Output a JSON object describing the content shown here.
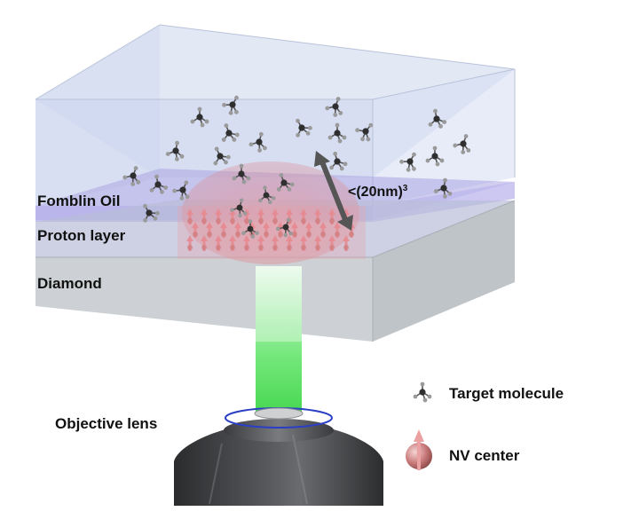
{
  "labels": {
    "fomblin_oil": "Fomblin Oil",
    "proton_layer": "Proton layer",
    "diamond": "Diamond",
    "objective_lens": "Objective lens",
    "volume_base": "<(20nm)",
    "volume_exp": "3"
  },
  "legend": {
    "target_molecule": "Target molecule",
    "nv_center": "NV center"
  },
  "colors": {
    "oil": "#c9d3f0",
    "proton": "#a9a3e0",
    "diamond": "#c8cdd2",
    "beam": "#52e05a",
    "lens": "#3d3e40",
    "nv": "#d46a6a",
    "molecule_carbon": "#2f2f2f",
    "molecule_hydrogen": "#9a9a9a"
  }
}
